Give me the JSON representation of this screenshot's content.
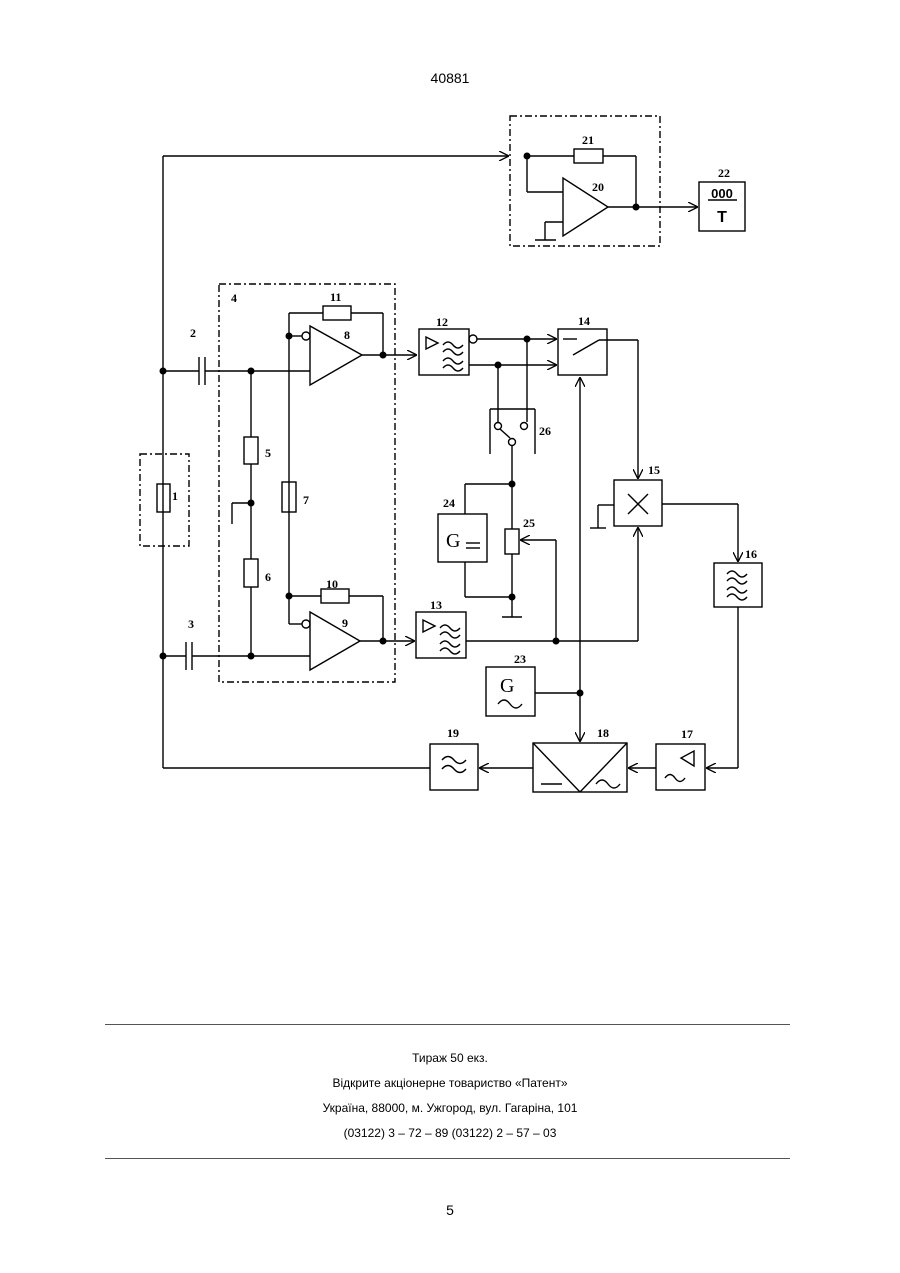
{
  "header": {
    "document_number": "40881"
  },
  "diagram": {
    "labels": {
      "l1": "1",
      "l2": "2",
      "l3": "3",
      "l4": "4",
      "l5": "5",
      "l6": "6",
      "l7": "7",
      "l8": "8",
      "l9": "9",
      "l10": "10",
      "l11": "11",
      "l12": "12",
      "l13": "13",
      "l14": "14",
      "l15": "15",
      "l16": "16",
      "l17": "17",
      "l18": "18",
      "l19": "19",
      "l20": "20",
      "l21": "21",
      "l22": "22",
      "l23": "23",
      "l24": "24",
      "l25": "25",
      "l26": "26"
    },
    "indicator_digits": "000",
    "indicator_unit": "T",
    "generator_letter": "G"
  },
  "footer": {
    "line1": "Тираж 50 екз.",
    "line2": "Відкрите акціонерне товариство «Патент»",
    "line3": "Україна, 88000, м. Ужгород, вул. Гагаріна, 101",
    "line4": "(03122) 3 – 72 – 89   (03122) 2 – 57 – 03"
  },
  "page": {
    "number": "5"
  }
}
